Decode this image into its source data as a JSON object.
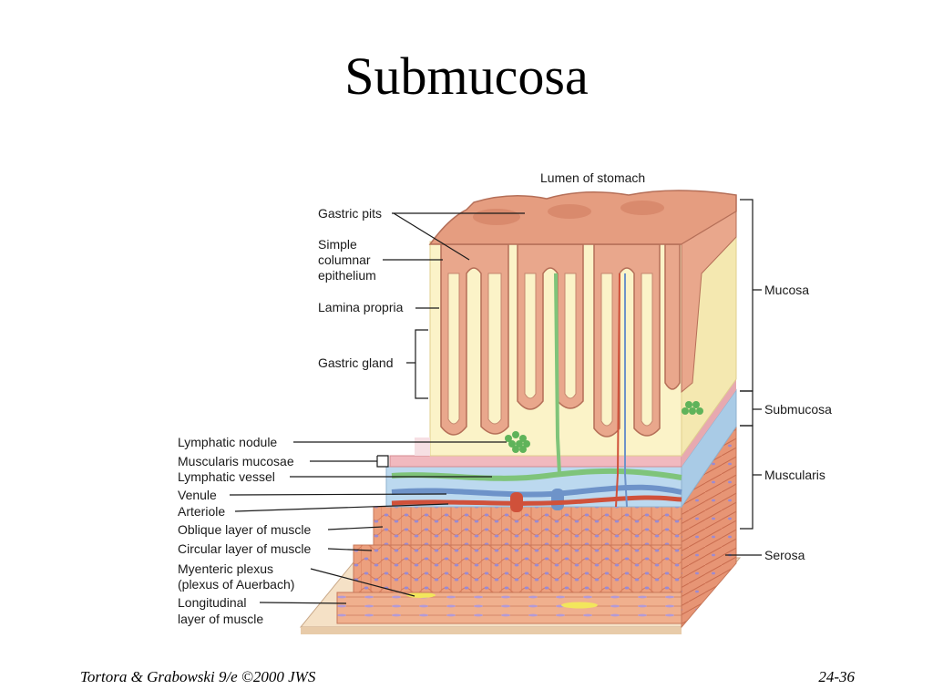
{
  "slide": {
    "title": "Submucosa",
    "footer_left": "Tortora & Grabowski 9/e ©2000 JWS",
    "footer_right": "24-36"
  },
  "diagram": {
    "top_label": "Lumen of stomach",
    "left_labels": {
      "gastric_pits": "Gastric pits",
      "epithelium_1": "Simple",
      "epithelium_2": "columnar",
      "epithelium_3": "epithelium",
      "lamina_propria": "Lamina propria",
      "gastric_gland": "Gastric gland",
      "lymphatic_nodule": "Lymphatic nodule",
      "muscularis_mucosae": "Muscularis mucosae",
      "lymphatic_vessel": "Lymphatic vessel",
      "venule": "Venule",
      "arteriole": "Arteriole",
      "oblique_layer": "Oblique layer of muscle",
      "circular_layer": "Circular layer of muscle",
      "myenteric_1": "Myenteric plexus",
      "myenteric_2": "(plexus of Auerbach)",
      "longitudinal_1": "Longitudinal",
      "longitudinal_2": "layer of muscle"
    },
    "right_labels": {
      "mucosa": "Mucosa",
      "submucosa": "Submucosa",
      "muscularis": "Muscularis",
      "serosa": "Serosa"
    },
    "colors": {
      "mucosa_pink": "#e9a78c",
      "lamina_cream": "#fbf3c8",
      "submucosa_blue": "#bcd9ef",
      "muscle_orange": "#eca07e",
      "lymph_green": "#7fc47a",
      "vein_blue": "#6e93c9",
      "artery_red": "#d0513a"
    }
  }
}
